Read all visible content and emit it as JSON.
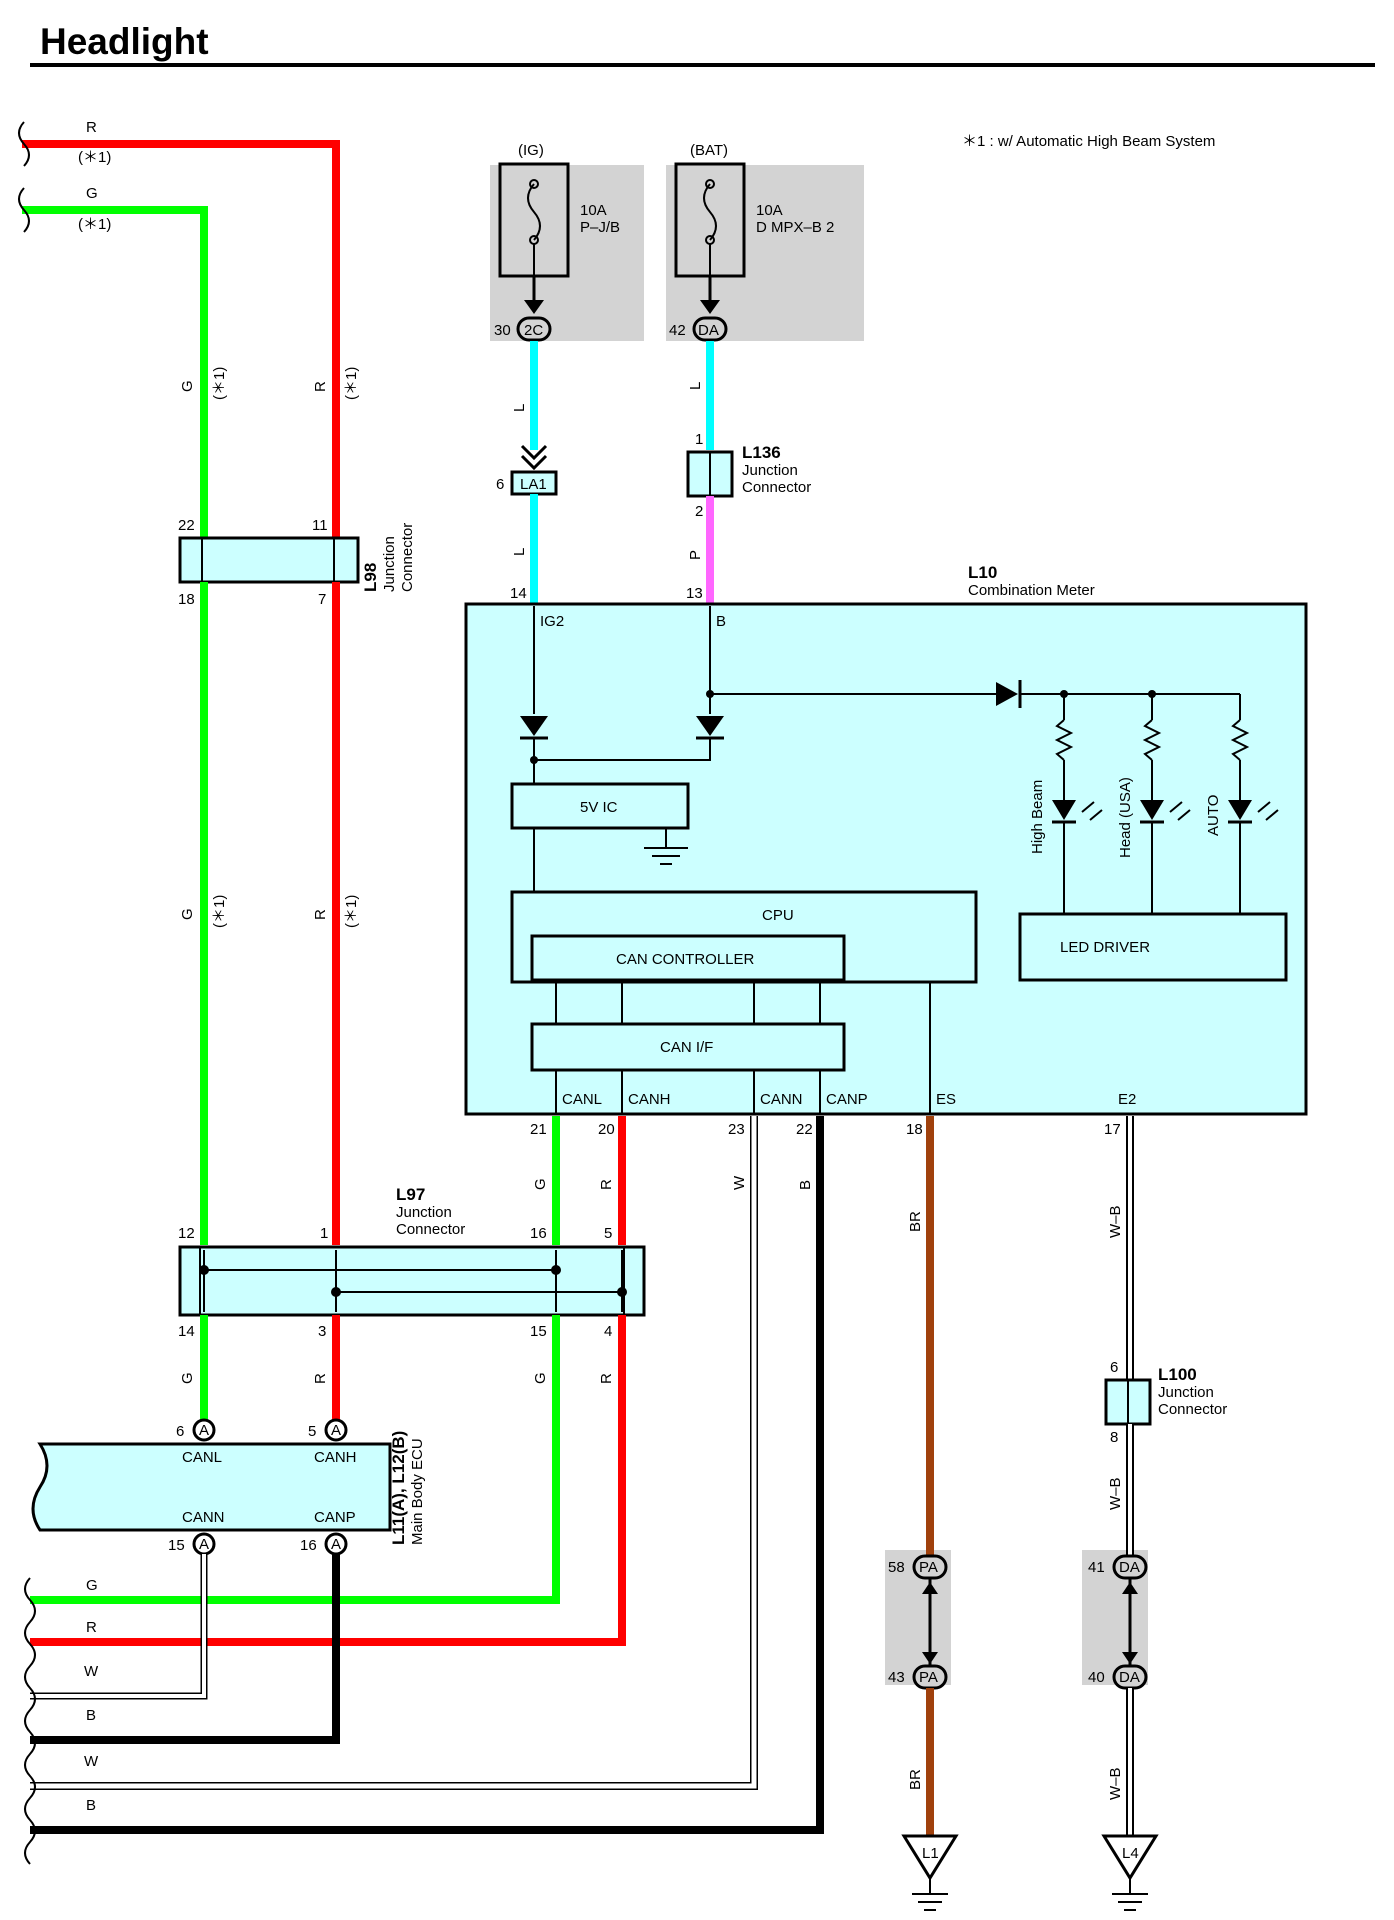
{
  "title": "Headlight",
  "note": "＊1 : w/ Automatic High Beam System",
  "colors": {
    "red": "#ff0000",
    "green": "#00ff00",
    "blue": "#00ffff",
    "pink": "#ff66ff",
    "brown": "#a0410d",
    "black": "#000000",
    "white": "#ffffff",
    "box": "#ccffff",
    "fuse_bg": "#d3d3d3"
  },
  "fuses": {
    "ig": {
      "supply": "(IG)",
      "amp": "10A",
      "name": "P–J/B",
      "pin": "30",
      "conn": "2C"
    },
    "bat": {
      "supply": "(BAT)",
      "amp": "10A",
      "name": "D MPX–B 2",
      "pin": "42",
      "conn": "DA"
    }
  },
  "left_wires": {
    "r_top": "R",
    "r_note": "(＊1)",
    "g_top": "G",
    "g_note": "(＊1)",
    "g_v": "G",
    "g_v_note": "(＊1)",
    "r_v": "R",
    "r_v_note": "(＊1)"
  },
  "l98": {
    "id": "L98",
    "name1": "Junction",
    "name2": "Connector",
    "p22": "22",
    "p11": "11",
    "p18": "18",
    "p7": "7"
  },
  "la1": {
    "pin": "6",
    "name": "LA1",
    "wire1": "L",
    "wire2": "L"
  },
  "l136": {
    "id": "L136",
    "name1": "Junction",
    "name2": "Connector",
    "p1": "1",
    "p2": "2",
    "wire1": "L",
    "wire2": "P"
  },
  "l10": {
    "id": "L10",
    "name": "Combination Meter",
    "pin_ig2": "14",
    "label_ig2": "IG2",
    "pin_b": "13",
    "label_b": "B",
    "ic": "5V IC",
    "cpu": "CPU",
    "can_ctrl": "CAN CONTROLLER",
    "can_if": "CAN I/F",
    "led_driver": "LED DRIVER",
    "leds": [
      "High Beam",
      "Head (USA)",
      "AUTO"
    ],
    "bottom": [
      {
        "label": "CANL",
        "pin": "21",
        "wire": "G"
      },
      {
        "label": "CANH",
        "pin": "20",
        "wire": "R"
      },
      {
        "label": "CANN",
        "pin": "23",
        "wire": "W"
      },
      {
        "label": "CANP",
        "pin": "22",
        "wire": "B"
      },
      {
        "label": "ES",
        "pin": "18",
        "wire": "BR"
      },
      {
        "label": "E2",
        "pin": "17",
        "wire": "W–B"
      }
    ]
  },
  "l97": {
    "id": "L97",
    "name1": "Junction",
    "name2": "Connector",
    "top_pins": [
      "12",
      "1",
      "16",
      "5"
    ],
    "bottom_pins": [
      "14",
      "3",
      "15",
      "4"
    ]
  },
  "lower_wires": {
    "g1": "G",
    "r1": "R",
    "g2": "G",
    "r2": "R"
  },
  "ecu": {
    "id": "L11(A), L12(B)",
    "name": "Main Body ECU",
    "canl": "CANL",
    "canh": "CANH",
    "cann": "CANN",
    "canp": "CANP",
    "p_canl": "6",
    "p_canh": "5",
    "p_cann": "15",
    "p_canp": "16",
    "conn": "A"
  },
  "l100": {
    "id": "L100",
    "name1": "Junction",
    "name2": "Connector",
    "p6": "6",
    "p8": "8",
    "wire": "W–B"
  },
  "pa": {
    "p58": "58",
    "p43": "43",
    "name": "PA",
    "wire": "BR"
  },
  "da2": {
    "p41": "41",
    "p40": "40",
    "name": "DA",
    "wire": "W–B"
  },
  "bottom_bus": [
    "G",
    "R",
    "W",
    "B",
    "W",
    "B"
  ],
  "grounds": [
    "L1",
    "L4"
  ]
}
